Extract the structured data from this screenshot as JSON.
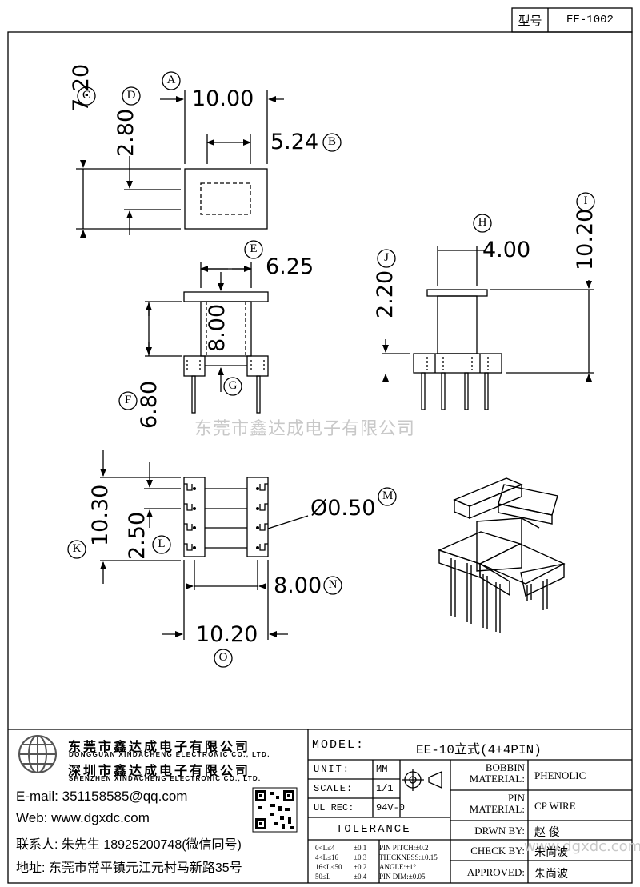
{
  "header": {
    "type_label": "型号",
    "type_value": "EE-1002"
  },
  "dimensions": {
    "A": "10.00",
    "B": "5.24",
    "C": "7.20",
    "D": "2.80",
    "E": "6.25",
    "F": "6.80",
    "G": "8.00",
    "H": "4.00",
    "I": "10.20",
    "J": "2.20",
    "K": "10.30",
    "L": "2.50",
    "M": "Ø0.50",
    "N": "8.00",
    "O": "10.20"
  },
  "markers": {
    "A": "A",
    "B": "B",
    "C": "C",
    "D": "D",
    "E": "E",
    "F": "F",
    "G": "G",
    "H": "H",
    "I": "I",
    "J": "J",
    "K": "K",
    "L": "L",
    "M": "M",
    "N": "N",
    "O": "O"
  },
  "watermark": "东莞市鑫达成电子有限公司",
  "watermark2": "www.dgxdc.com",
  "company": {
    "name_cn_1": "东莞市鑫达成电子有限公司",
    "name_en_1": "DONGGUAN XINDACHENG ELECTRONIC CO., LTD.",
    "name_cn_2": "深圳市鑫达成电子有限公司",
    "name_en_2": "SHENZHEN XINDACHENG ELECTRONIC CO., LTD.",
    "email": "E-mail: 351158585@qq.com",
    "web": "Web: www.dgxdc.com",
    "contact": "联系人: 朱先生 18925200748(微信同号)",
    "address": "地址: 东莞市常平镇元江元村马新路35号"
  },
  "spec": {
    "model_label": "MODEL:",
    "model_value": "EE-10立式(4+4PIN)",
    "unit_label": "UNIT:",
    "unit_value": "MM",
    "scale_label": "SCALE:",
    "scale_value": "1/1",
    "ulrec_label": "UL REC:",
    "ulrec_value": "94V-0",
    "tolerance_label": "TOLERANCE",
    "tol_rows": [
      {
        "range": "0<L≤4",
        "tol": "±0.1",
        "item": "PIN PITCH:±0.2"
      },
      {
        "range": "4<L≤16",
        "tol": "±0.3",
        "item": "THICKNESS:±0.15"
      },
      {
        "range": "16<L≤50",
        "tol": "±0.2",
        "item": "ANGLE:±1°"
      },
      {
        "range": "50≤L",
        "tol": "±0.4",
        "item": "PIN DIM:±0.05"
      }
    ],
    "bobbin_label": "BOBBIN\nMATERIAL:",
    "bobbin_value": "PHENOLIC",
    "pin_label": "PIN\nMATERIAL:",
    "pin_value": "CP WIRE",
    "drwn_label": "DRWN BY:",
    "drwn_value": "赵 俊",
    "check_label": "CHECK BY:",
    "check_value": "朱尚波",
    "approved_label": "APPROVED:",
    "approved_value": "朱尚波"
  },
  "icons": {
    "logo": "company-globe-logo",
    "qr": "qr-code",
    "projection": "first-angle-projection-symbol"
  }
}
